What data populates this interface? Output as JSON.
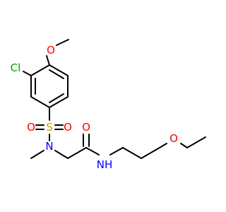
{
  "colors": {
    "carbon_bond": "#000000",
    "oxygen": "#ff0000",
    "nitrogen": "#0000ff",
    "chlorine": "#00a000",
    "sulfur": "#c8a000"
  },
  "atoms": {
    "cl": "Cl",
    "o_methoxy": "O",
    "s": "S",
    "o_sulfonyl_left": "O",
    "o_sulfonyl_right": "O",
    "n_sulfonamide": "N",
    "o_carbonyl": "O",
    "nh_amide": "NH",
    "o_ether": "O"
  }
}
